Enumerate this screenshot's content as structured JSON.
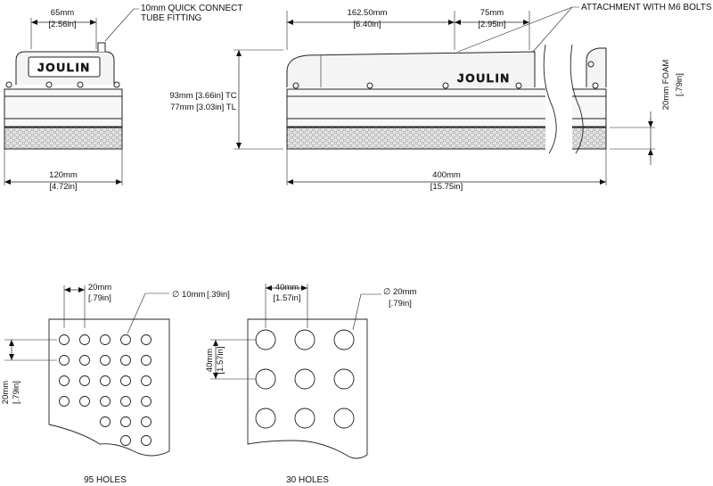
{
  "side_view": {
    "width_top": {
      "mm": "65mm",
      "in": "[2.56in]"
    },
    "width_bottom": {
      "mm": "120mm",
      "in": "[4.72in]"
    },
    "fitting_note_line1": "10mm QUICK CONNECT",
    "fitting_note_line2": "TUBE FITTING",
    "logo": "JOULIN"
  },
  "front_view": {
    "offset": {
      "mm": "162.50mm",
      "in": "[6.40in]"
    },
    "bolt_spacing": {
      "mm": "75mm",
      "in": "[2.95in]"
    },
    "bolts_note": "ATTACHMENT WITH M6 BOLTS",
    "height_tc": "93mm [3.66in] TC",
    "height_tl": "77mm [3.03in] TL",
    "foam_mm": "20mm FOAM",
    "foam_in": "[.79in]",
    "length": {
      "mm": "400mm",
      "in": "[15.75in]"
    },
    "logo": "JOULIN"
  },
  "pattern_small": {
    "pitch": {
      "mm": "20mm",
      "in": "[.79in]"
    },
    "diameter": {
      "mm": "10mm",
      "in": "[.39in]",
      "symbol": "∅"
    },
    "pitch_vertical": {
      "mm": "20mm",
      "in": "[.79in]"
    },
    "caption": "95 HOLES"
  },
  "pattern_large": {
    "pitch": {
      "mm": "40mm",
      "in": "[1.57in]"
    },
    "diameter": {
      "mm": "20mm",
      "in": "[.79in]",
      "symbol": "∅"
    },
    "pitch_vertical": {
      "mm": "40mm",
      "in": "[1.57in]"
    },
    "caption": "30 HOLES"
  }
}
